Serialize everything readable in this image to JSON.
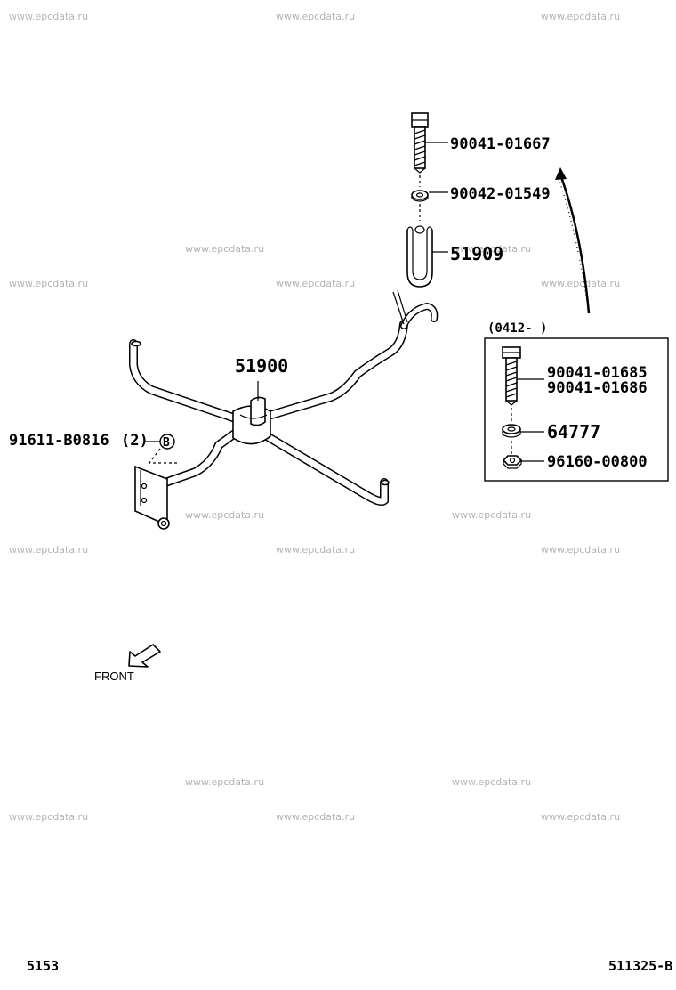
{
  "watermarks": [
    "www.epcdata.ru"
  ],
  "parts": {
    "bolt_top": "90041-01667",
    "washer_top": "90042-01549",
    "bracket_u": "51909",
    "hanger": "51900",
    "bolt_front": "91611-B0816",
    "bolt_front_qty": "(2)",
    "bolt_front_marker": "B"
  },
  "inset": {
    "header": "(0412-     )",
    "bolt_a": "90041-01685",
    "bolt_b": "90041-01686",
    "spacer": "64777",
    "nut": "96160-00800"
  },
  "front_label": "FRONT",
  "footer": {
    "left": "5153",
    "right": "511325-B"
  }
}
